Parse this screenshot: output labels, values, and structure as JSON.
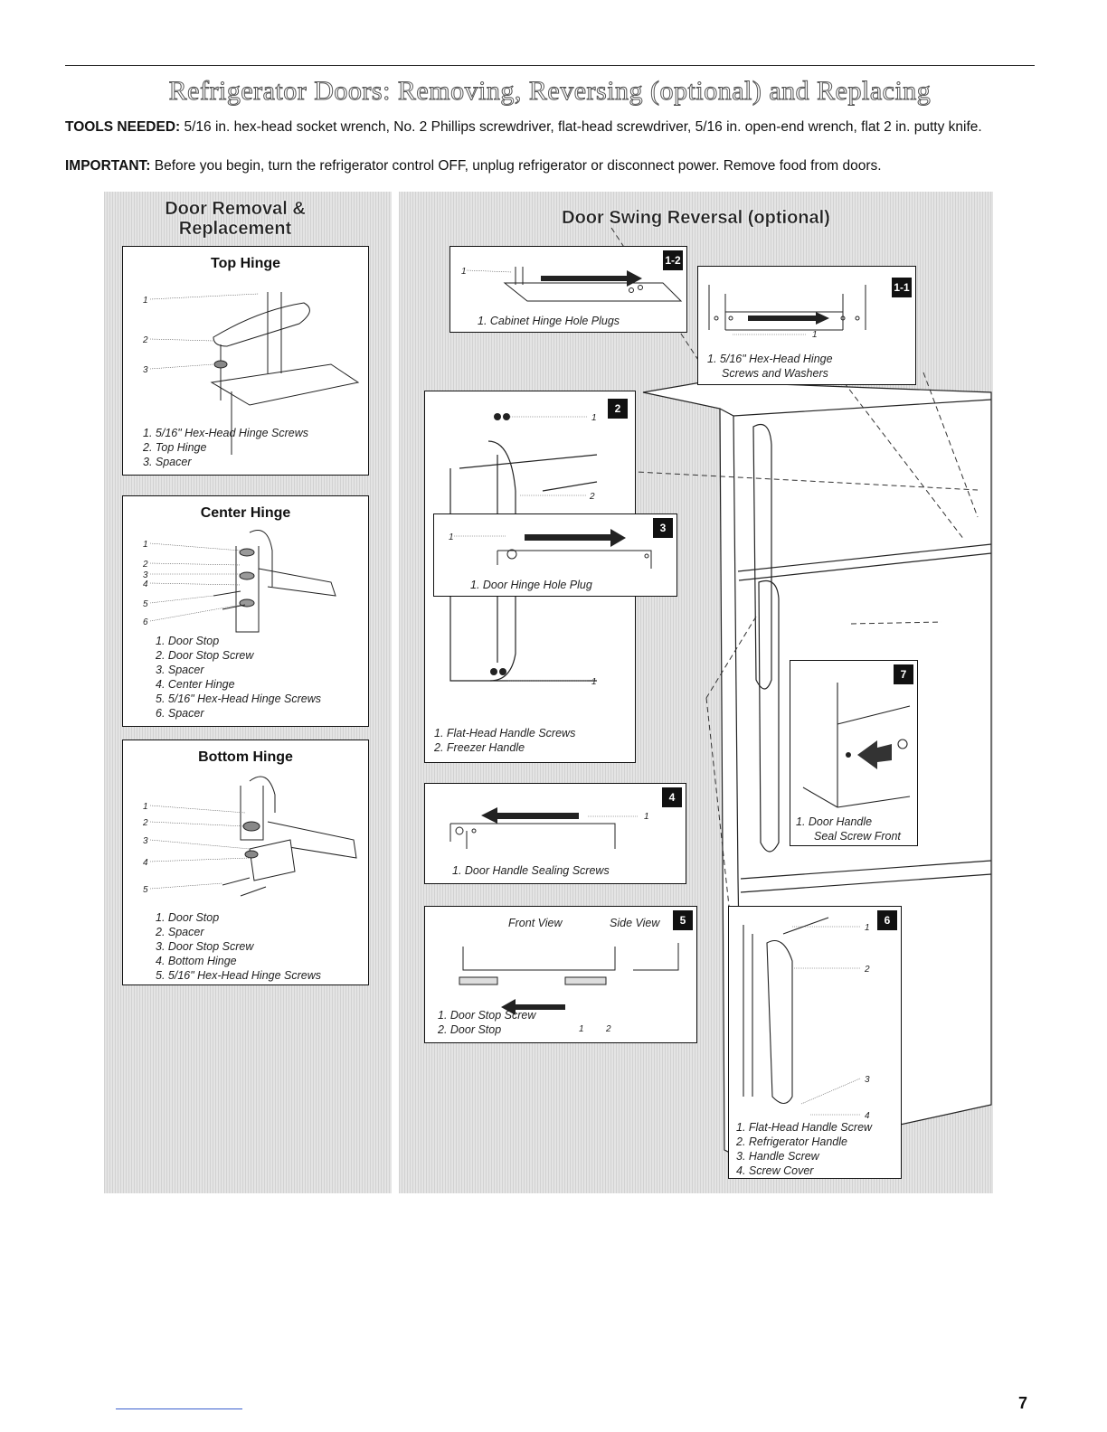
{
  "title": "Refrigerator Doors: Removing, Reversing (optional) and Replacing",
  "tools": {
    "label": "TOOLS NEEDED:",
    "text": "5/16 in. hex-head socket wrench, No. 2 Phillips screwdriver, flat-head screwdriver, 5/16 in. open-end wrench, flat 2 in. putty knife."
  },
  "important": {
    "label": "IMPORTANT:",
    "text": "Before you begin, turn the refrigerator control OFF, unplug refrigerator or disconnect power. Remove food from doors."
  },
  "left_panel": {
    "title_line1": "Door Removal &",
    "title_line2": "Replacement",
    "top_hinge": {
      "title": "Top Hinge",
      "callouts": [
        "1",
        "2",
        "3"
      ],
      "captions": [
        "1. 5/16\" Hex-Head Hinge Screws",
        "2. Top Hinge",
        "3. Spacer"
      ]
    },
    "center_hinge": {
      "title": "Center Hinge",
      "callouts": [
        "1",
        "2",
        "3",
        "4",
        "5",
        "6"
      ],
      "captions": [
        "1. Door Stop",
        "2. Door Stop Screw",
        "3. Spacer",
        "4. Center Hinge",
        "5. 5/16\" Hex-Head Hinge Screws",
        "6. Spacer"
      ]
    },
    "bottom_hinge": {
      "title": "Bottom Hinge",
      "callouts": [
        "1",
        "2",
        "3",
        "4",
        "5"
      ],
      "captions": [
        "1. Door Stop",
        "2. Spacer",
        "3. Door Stop Screw",
        "4. Bottom Hinge",
        "5. 5/16\" Hex-Head Hinge Screws"
      ]
    }
  },
  "right_panel": {
    "title": "Door Swing Reversal (optional)",
    "step_1_2": {
      "badge": "1-2",
      "callout": "1",
      "caption": "1. Cabinet Hinge Hole Plugs"
    },
    "step_1_1": {
      "badge": "1-1",
      "callout": "1",
      "caption_line1": "1. 5/16\" Hex-Head Hinge",
      "caption_line2": "Screws and Washers"
    },
    "step_2": {
      "badge": "2",
      "callouts": [
        "1",
        "2",
        "1"
      ],
      "captions": [
        "1. Flat-Head Handle Screws",
        "2. Freezer Handle"
      ]
    },
    "step_3": {
      "badge": "3",
      "callout": "1",
      "caption": "1. Door Hinge Hole Plug"
    },
    "step_4": {
      "badge": "4",
      "callout": "1",
      "caption": "1. Door Handle Sealing Screws"
    },
    "step_5": {
      "badge": "5",
      "front_view": "Front View",
      "side_view": "Side View",
      "callouts": [
        "1",
        "2"
      ],
      "captions": [
        "1. Door Stop Screw",
        "2. Door Stop"
      ]
    },
    "step_6": {
      "badge": "6",
      "callouts": [
        "1",
        "2",
        "3",
        "4"
      ],
      "captions": [
        "1. Flat-Head Handle Screw",
        "2. Refrigerator Handle",
        "3. Handle Screw",
        "4. Screw Cover"
      ]
    },
    "step_7": {
      "badge": "7",
      "caption_line1": "1. Door Handle",
      "caption_line2": "Seal Screw Front"
    }
  },
  "page_number": "7"
}
